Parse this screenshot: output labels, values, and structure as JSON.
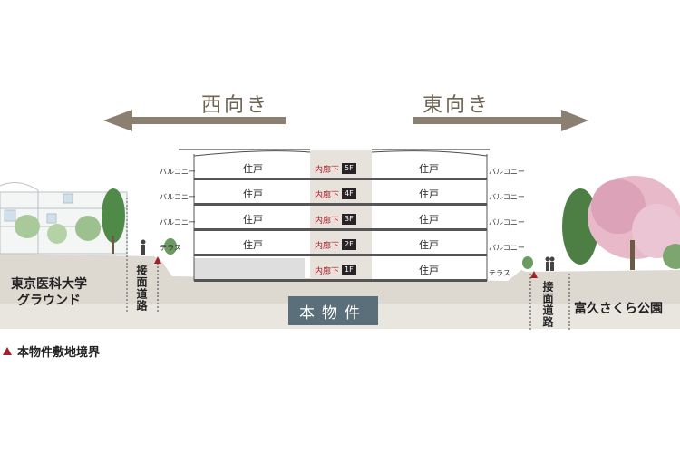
{
  "directions": {
    "west": "西向き",
    "east": "東向き"
  },
  "building": {
    "floors": [
      {
        "floor": "5F",
        "left_unit": "住戸",
        "right_unit": "住戸",
        "left_side": "バルコニー",
        "right_side": "バルコニー",
        "corridor": "内廊下"
      },
      {
        "floor": "4F",
        "left_unit": "住戸",
        "right_unit": "住戸",
        "left_side": "バルコニー",
        "right_side": "バルコニー",
        "corridor": "内廊下"
      },
      {
        "floor": "3F",
        "left_unit": "住戸",
        "right_unit": "住戸",
        "left_side": "バルコニー",
        "right_side": "バルコニー",
        "corridor": "内廊下"
      },
      {
        "floor": "2F",
        "left_unit": "住戸",
        "right_unit": "住戸",
        "left_side": "テラス",
        "right_side": "バルコニー",
        "corridor": "内廊下"
      },
      {
        "floor": "1F",
        "left_unit": "",
        "right_unit": "住戸",
        "left_side": "",
        "right_side": "テラス",
        "corridor": "内廊下"
      }
    ],
    "name_tag": "本物件"
  },
  "left_area": {
    "name_line1": "東京医科大学",
    "name_line2": "グラウンド",
    "road": "接面道路"
  },
  "right_area": {
    "name": "富久さくら公園",
    "road": "接面道路"
  },
  "legend": {
    "label": "本物件敷地境界",
    "marker_color": "#a3202a"
  },
  "colors": {
    "ground": "#ddd9d1",
    "arrow": "#8a7f70",
    "corridor": "#e7e2dc",
    "tag": "#5a6f7a",
    "boundary": "#a3202a"
  }
}
